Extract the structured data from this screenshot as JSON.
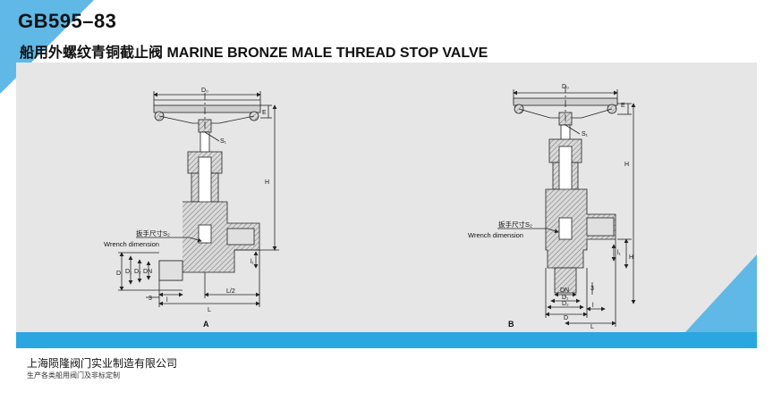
{
  "header": {
    "standard_code": "GB595–83",
    "title": "船用外螺纹青铜截止阀 MARINE BRONZE MALE THREAD STOP VALVE"
  },
  "footer": {
    "company": "上海陨隆阀门实业制造有限公司",
    "slogan": "生产各类船用阀门及非标定制"
  },
  "figure_a": {
    "caption": "A",
    "dim_do": "D₀",
    "dim_e": "E",
    "dim_s1": "S₁",
    "dim_h": "H",
    "wrench_cn": "扳手尺寸S₂",
    "wrench_en": "Wrench dimension",
    "dim_d": "D",
    "dim_d1": "D₁",
    "dim_d2": "D₂",
    "dim_dn": "DN",
    "dim_3": "3",
    "dim_l1": "l",
    "dim_l": "L",
    "dim_l2": "L/2",
    "dim_l1v": "l₁"
  },
  "figure_b": {
    "caption": "B",
    "dim_do": "D₀",
    "dim_e": "E",
    "dim_s1": "S₁",
    "dim_h": "H",
    "wrench_cn": "扳手尺寸S₂",
    "wrench_en": "Wrench dimension",
    "dim_h1": "H",
    "dim_l1": "l₁",
    "dim_3": "3",
    "dim_dn": "DN",
    "dim_d1": "D₁",
    "dim_d2": "D₂",
    "dim_d": "D",
    "dim_l": "l",
    "dim_big_l": "L"
  },
  "colors": {
    "accent": "#5fb8e6",
    "bar": "#2aa7e0",
    "panel": "#e6e6e6",
    "ink": "#111111"
  }
}
